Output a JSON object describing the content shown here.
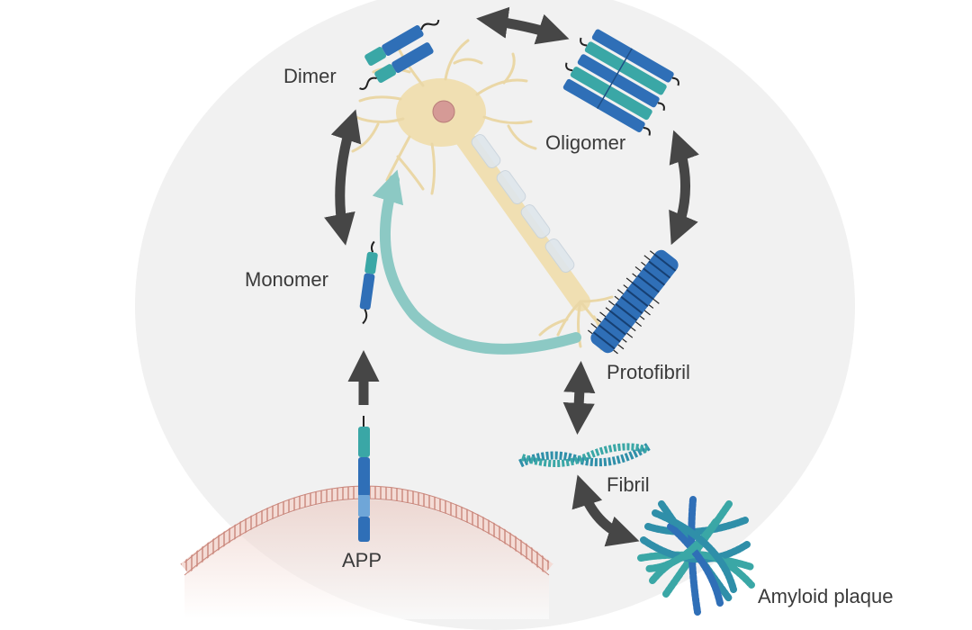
{
  "labels": {
    "dimer": "Dimer",
    "oligomer": "Oligomer",
    "monomer": "Monomer",
    "protofibril": "Protofibril",
    "fibril": "Fibril",
    "app": "APP",
    "plaque": "Amyloid plaque"
  },
  "colors": {
    "arrow": "#464646",
    "feedback_arrow": "#8cc9c4",
    "neuron": "#f0dfb2",
    "nucleus": "#d59a96",
    "peptide_blue": "#2f6fb7",
    "peptide_teal": "#3aa7a6",
    "membrane": "#c9867b"
  }
}
